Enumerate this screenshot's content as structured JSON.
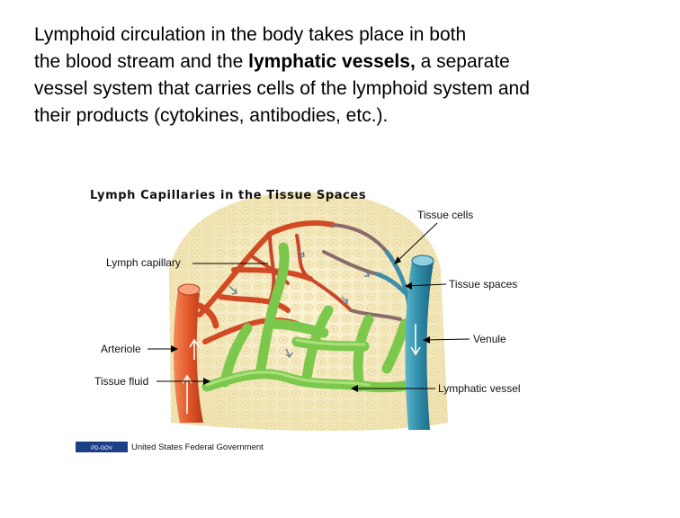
{
  "intro": {
    "line1": "Lymphoid circulation in the body takes place in both",
    "line2a": "the blood stream and the ",
    "line2b": "lymphatic vessels,",
    "line2c": " a separate",
    "line3": "vessel system that carries cells of the lymphoid system and",
    "line4": "their products (cytokines, antibodies, etc.)."
  },
  "figure": {
    "title": "Lymph Capillaries in the Tissue Spaces",
    "labels": {
      "tissue_cells": "Tissue cells",
      "lymph_capillary": "Lymph capillary",
      "tissue_spaces": "Tissue spaces",
      "venule": "Venule",
      "arteriole": "Arteriole",
      "tissue_fluid": "Tissue fluid",
      "lymphatic_vessel": "Lymphatic vessel"
    },
    "credit": {
      "badge": "PD-GOV",
      "text": "United States Federal Government"
    }
  },
  "colors": {
    "arteriole": "#e2582a",
    "venule": "#2e8aa6",
    "lymph": "#7cc84c",
    "tissue": "#f6edc4"
  }
}
